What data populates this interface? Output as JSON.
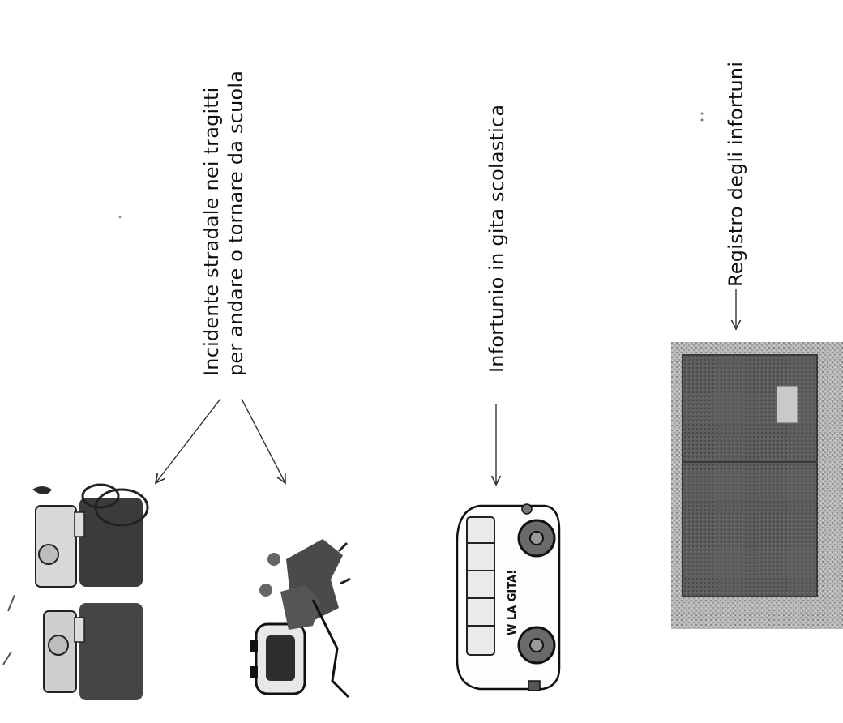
{
  "texts": {
    "incident_line1": "Incidente stradale nei tragitti",
    "incident_line2": "per andare o tornare da scuola",
    "trip_accident": "Infortunio in gita scolastica",
    "register": "Registro degli infortuni",
    "bus_sign": "W LA GITA!"
  },
  "icons": {
    "cyclists": "cyclists-illustration",
    "pedestrians": "pedestrians-car-illustration",
    "bus": "school-bus-illustration",
    "register_book": "register-book-photo"
  }
}
